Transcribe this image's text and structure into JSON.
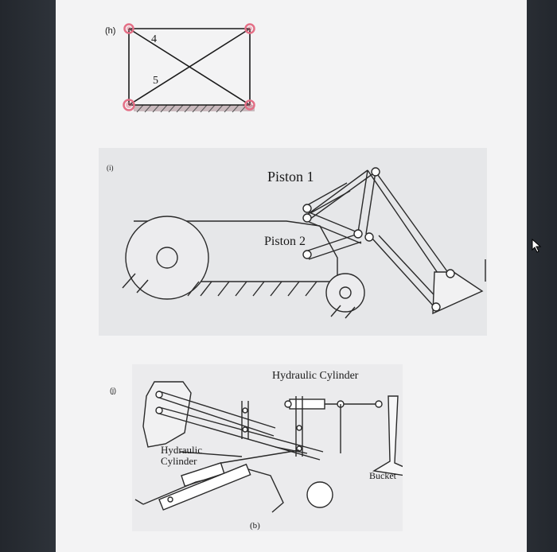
{
  "figures": [
    {
      "key": "h",
      "label": "(h)",
      "member_labels": [
        "4",
        "5"
      ]
    },
    {
      "key": "i",
      "label": "(i)",
      "piston1": "Piston 1",
      "piston2": "Piston 2"
    },
    {
      "key": "j",
      "label": "(j)",
      "cylinder_top": "Hydraulic Cylinder",
      "cylinder_left_line1": "Hydraulic",
      "cylinder_left_line2": "Cylinder",
      "bucket": "Bucket",
      "caption": "(b)"
    }
  ],
  "colors": {
    "screen": "#2e333a",
    "paper": "#f3f3f4",
    "highlight": "#e46f86",
    "ink": "#1a1a1a"
  }
}
